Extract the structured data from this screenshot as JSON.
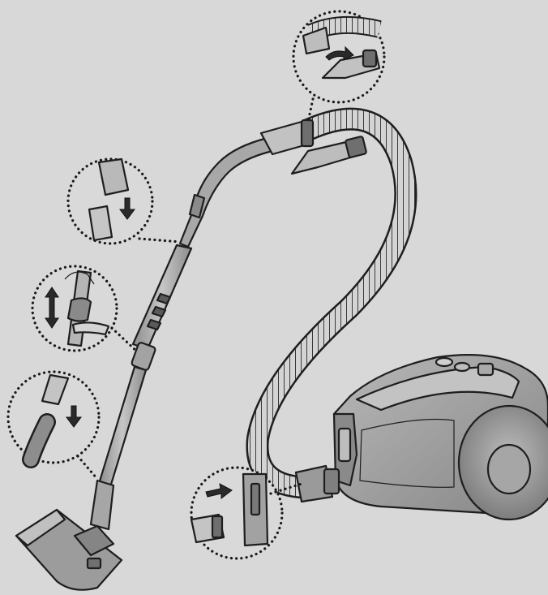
{
  "figure": {
    "subject": "canister-vacuum-assembly",
    "colors": {
      "background": "#d9d9d9",
      "body_fill": "#a9a9a9",
      "body_dark": "#8a8a8a",
      "body_light": "#c4c4c4",
      "hose_fill": "#cfcfcf",
      "outline": "#1e1e1e"
    },
    "callouts": [
      {
        "id": "hose-to-handle",
        "icon": "connect-arrow-icon"
      },
      {
        "id": "pipe-into-handle",
        "icon": "down-arrow-icon"
      },
      {
        "id": "telescopic-adjust",
        "icon": "up-down-arrow-icon"
      },
      {
        "id": "pipe-into-brush",
        "icon": "down-arrow-icon"
      },
      {
        "id": "hose-into-body",
        "icon": "right-arrow-icon"
      }
    ]
  }
}
